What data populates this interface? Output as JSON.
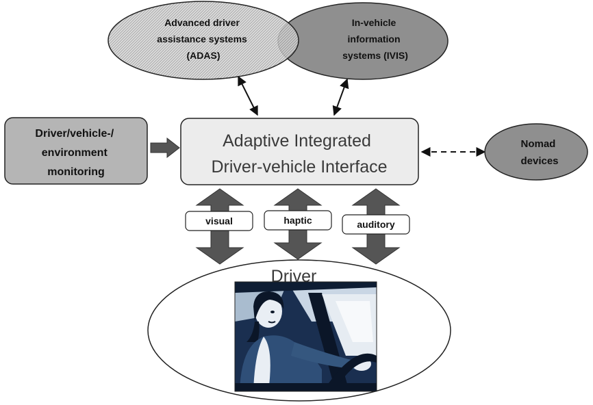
{
  "nodes": {
    "adas": {
      "lines": [
        "Advanced driver",
        "assistance systems",
        "(ADAS)"
      ]
    },
    "ivis": {
      "lines": [
        "In-vehicle",
        "information",
        "systems (IVIS)"
      ]
    },
    "monitoring": {
      "lines": [
        "Driver/vehicle-/",
        "environment",
        "monitoring"
      ]
    },
    "interface": {
      "lines": [
        "Adaptive Integrated",
        "Driver-vehicle Interface"
      ]
    },
    "nomad": {
      "lines": [
        "Nomad",
        "devices"
      ]
    },
    "driver": {
      "label": "Driver",
      "image": "driver-at-wheel-illustration"
    }
  },
  "channels": [
    {
      "id": "visual",
      "label": "visual"
    },
    {
      "id": "haptic",
      "label": "haptic"
    },
    {
      "id": "auditory",
      "label": "auditory"
    }
  ],
  "colors": {
    "interface_fill": "#ececec",
    "monitoring_fill": "#b5b5b5",
    "ivis_fill": "#8f8f8f",
    "nomad_fill": "#8f8f8f",
    "adas_hatch": "#a8a8a8",
    "arrow_fill": "#555555",
    "outline": "#222222"
  }
}
